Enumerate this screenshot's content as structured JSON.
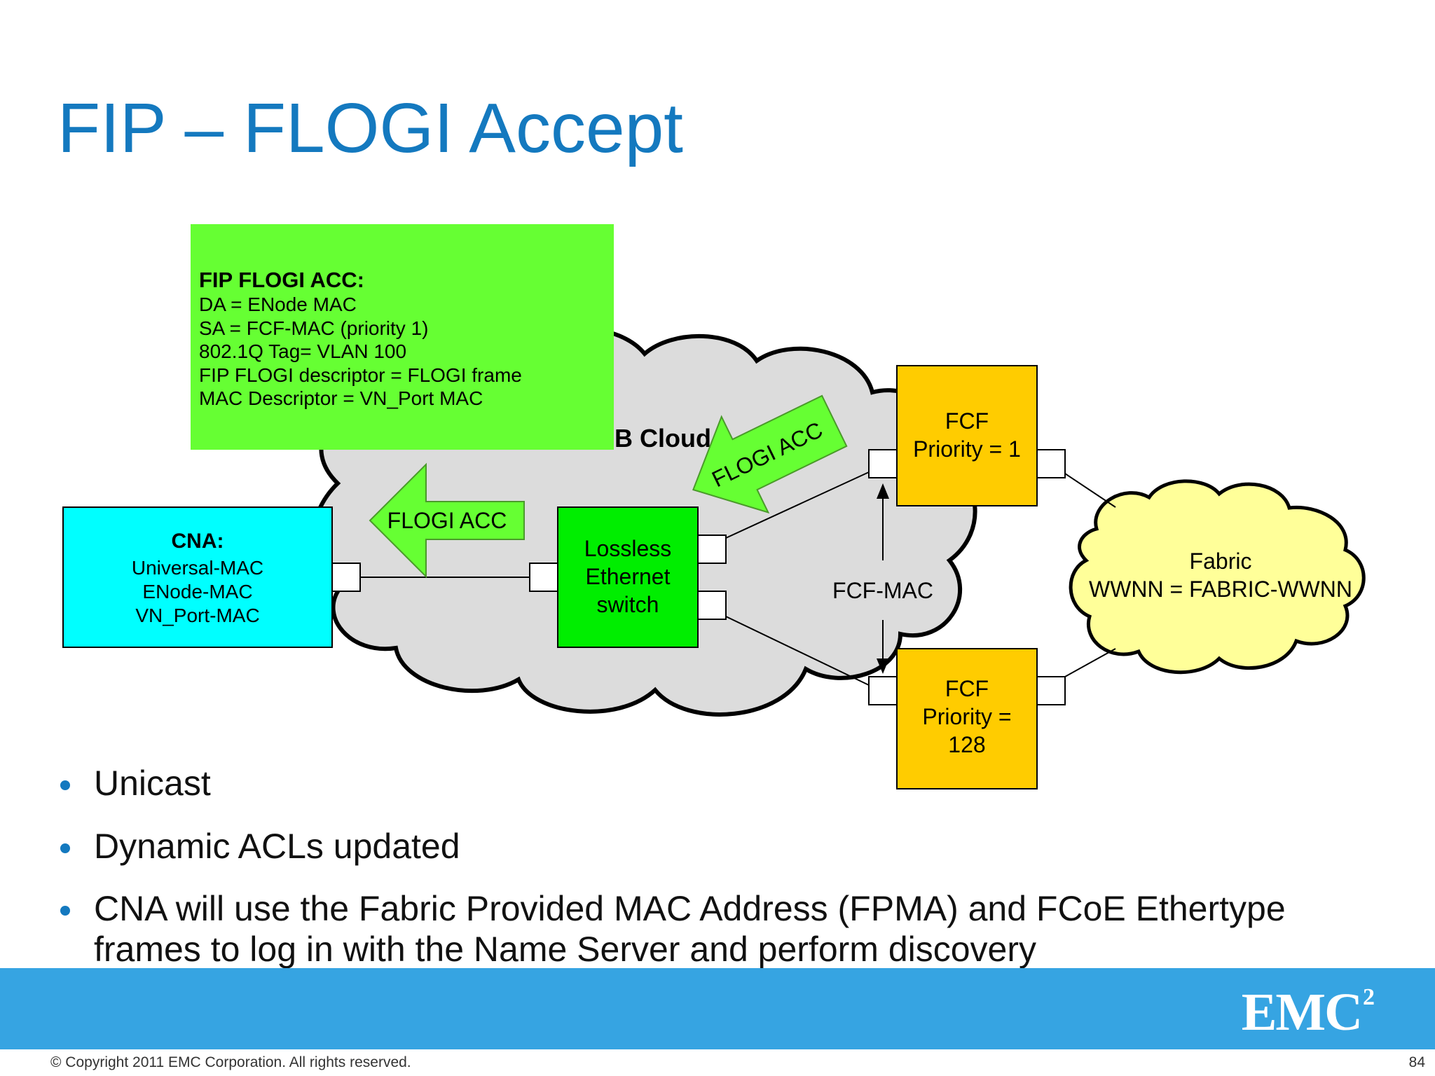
{
  "slide": {
    "title": "FIP – FLOGI Accept",
    "copyright": "© Copyright 2011 EMC Corporation. All rights reserved.",
    "page_number": "84",
    "logo_text": "EMC",
    "logo_superscript": "2"
  },
  "diagram": {
    "frame_box": {
      "title": "FIP FLOGI ACC:",
      "lines": [
        "DA = ENode MAC",
        "SA = FCF-MAC (priority 1)",
        "802.1Q Tag= VLAN 100",
        "FIP FLOGI descriptor = FLOGI frame",
        "MAC Descriptor = VN_Port MAC"
      ]
    },
    "cloud_label": "DCB Cloud",
    "cna": {
      "title": "CNA:",
      "lines": [
        "Universal-MAC",
        "ENode-MAC",
        "VN_Port-MAC"
      ]
    },
    "switch": {
      "lines": [
        "Lossless",
        "Ethernet",
        "switch"
      ]
    },
    "fcf_top": {
      "lines": [
        "FCF",
        "Priority = 1"
      ]
    },
    "fcf_bottom": {
      "lines": [
        "FCF",
        "Priority =",
        "128"
      ]
    },
    "fcf_mac_label": "FCF-MAC",
    "fabric": {
      "lines": [
        "Fabric",
        "WWNN = FABRIC-WWNN"
      ]
    },
    "arrow_left_label": "FLOGI ACC",
    "arrow_diag_label": "FLOGI ACC",
    "colors": {
      "frame_box": "#66ff33",
      "cna": "#00ffff",
      "switch": "#00ee00",
      "fcf": "#ffcc00",
      "fabric_cloud": "#ffff99",
      "dcb_cloud": "#dcdcdc",
      "arrow": "#66ff33"
    }
  },
  "bullets": [
    "Unicast",
    "Dynamic ACLs updated",
    "CNA will use the Fabric Provided MAC Address (FPMA) and FCoE Ethertype frames to log in with the Name Server and perform discovery"
  ]
}
